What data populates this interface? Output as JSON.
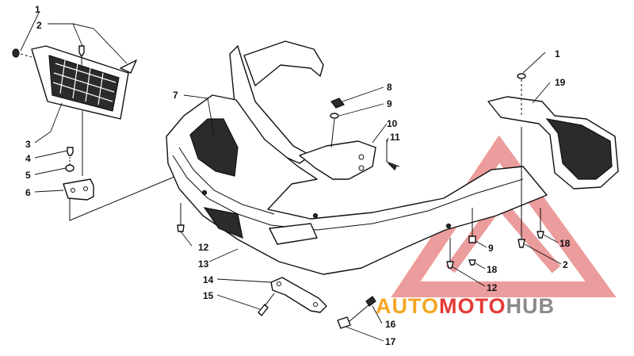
{
  "callouts": {
    "c1a": "1",
    "c2a": "2",
    "c3": "3",
    "c4": "4",
    "c5": "5",
    "c6": "6",
    "c7": "7",
    "c8": "8",
    "c9a": "9",
    "c10": "10",
    "c11": "11",
    "c12a": "12",
    "c13": "13",
    "c14": "14",
    "c15": "15",
    "c16": "16",
    "c17": "17",
    "c1b": "1",
    "c19": "19",
    "c9b": "9",
    "c18a": "18",
    "c18b": "18",
    "c2b": "2",
    "c12b": "12"
  },
  "watermark": {
    "part1": "AUTO",
    "part2": "MOTO",
    "part3": "HUB",
    "color_orange": "#f5a623",
    "color_red": "#e53935",
    "color_grey": "#8a8a8a"
  }
}
